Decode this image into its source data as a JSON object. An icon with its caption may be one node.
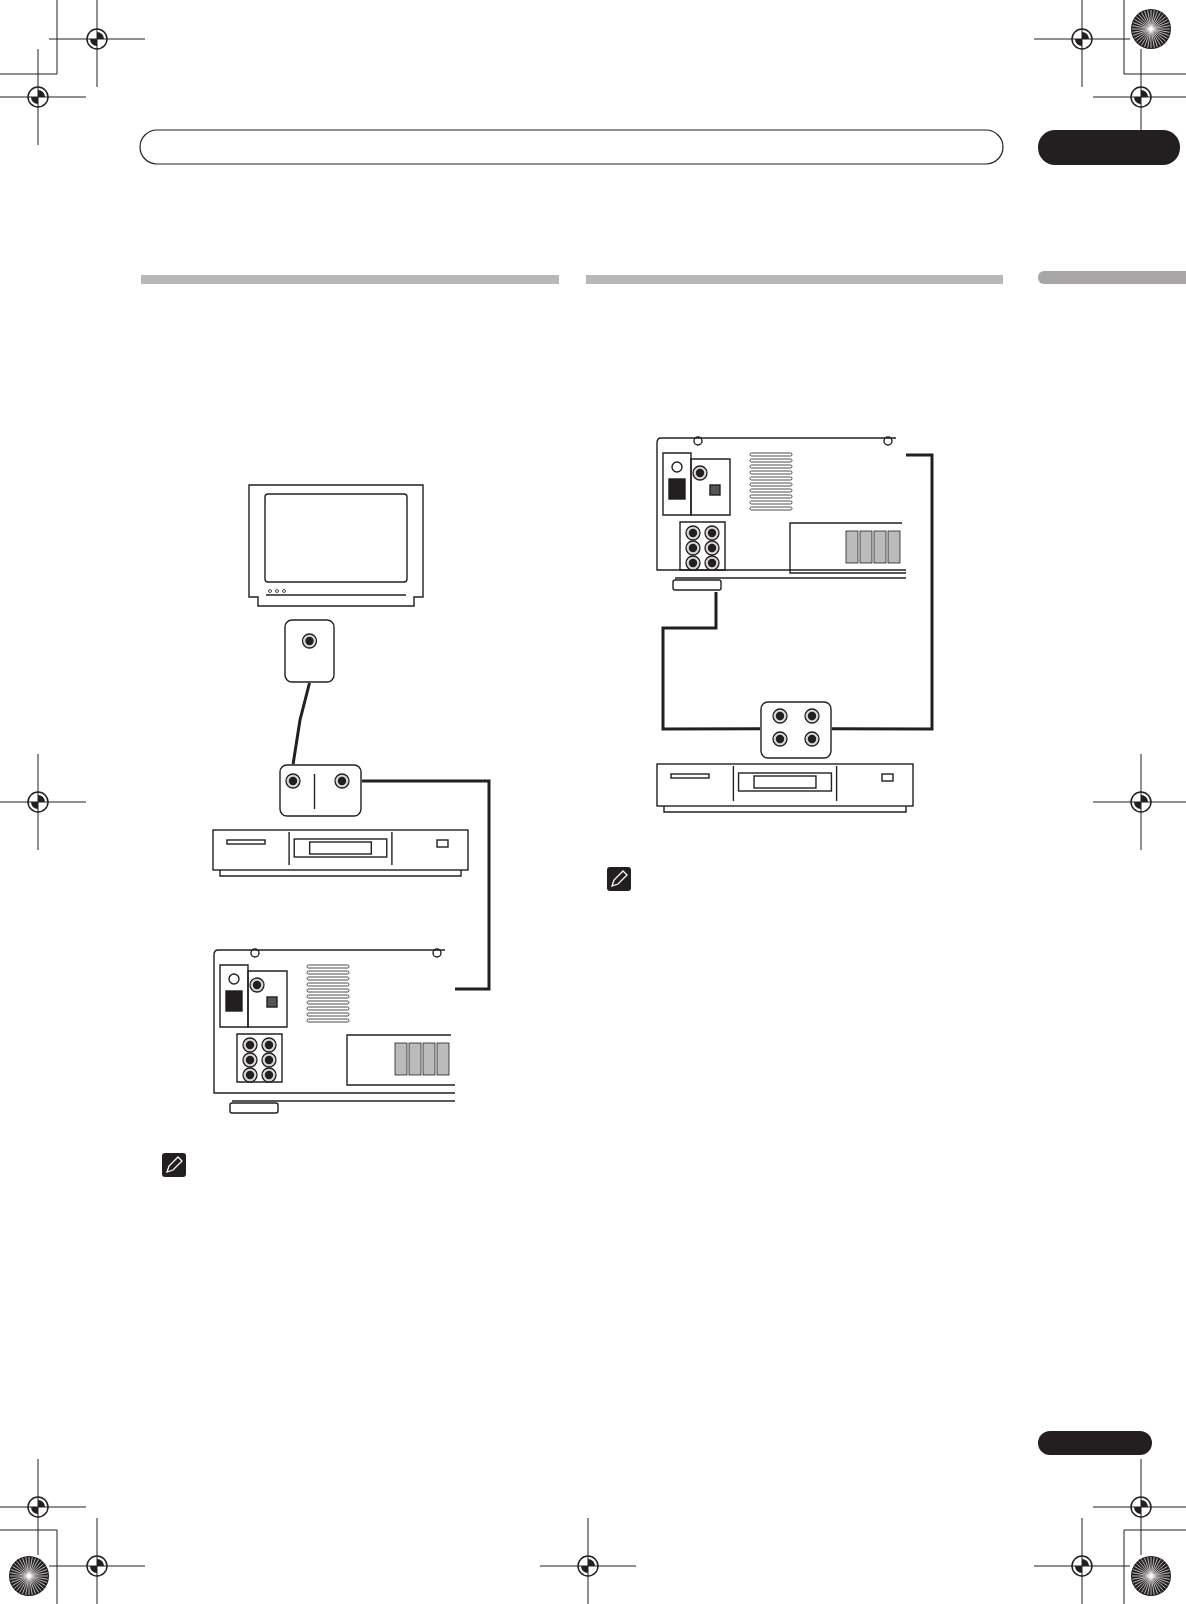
{
  "diagram": {
    "nodes": [
      {
        "text": [],
        "shape": "picture"
      },
      {
        "text": [],
        "shape": "box"
      },
      {
        "text": [],
        "shape": "box"
      },
      {
        "text": [],
        "shape": "picture"
      },
      {
        "text": [],
        "shape": "picture"
      },
      {
        "text": [],
        "shape": "picture"
      },
      {
        "text": [],
        "shape": "box"
      },
      {
        "text": [],
        "shape": "picture"
      }
    ],
    "edges": [
      {
        "from": 1,
        "to": 2,
        "arrow": "none"
      },
      {
        "from": 2,
        "to": 4,
        "arrow": "none"
      },
      {
        "from": 5,
        "to": 6,
        "arrow": "none"
      },
      {
        "from": 5,
        "to": 6,
        "arrow": "none"
      }
    ]
  }
}
